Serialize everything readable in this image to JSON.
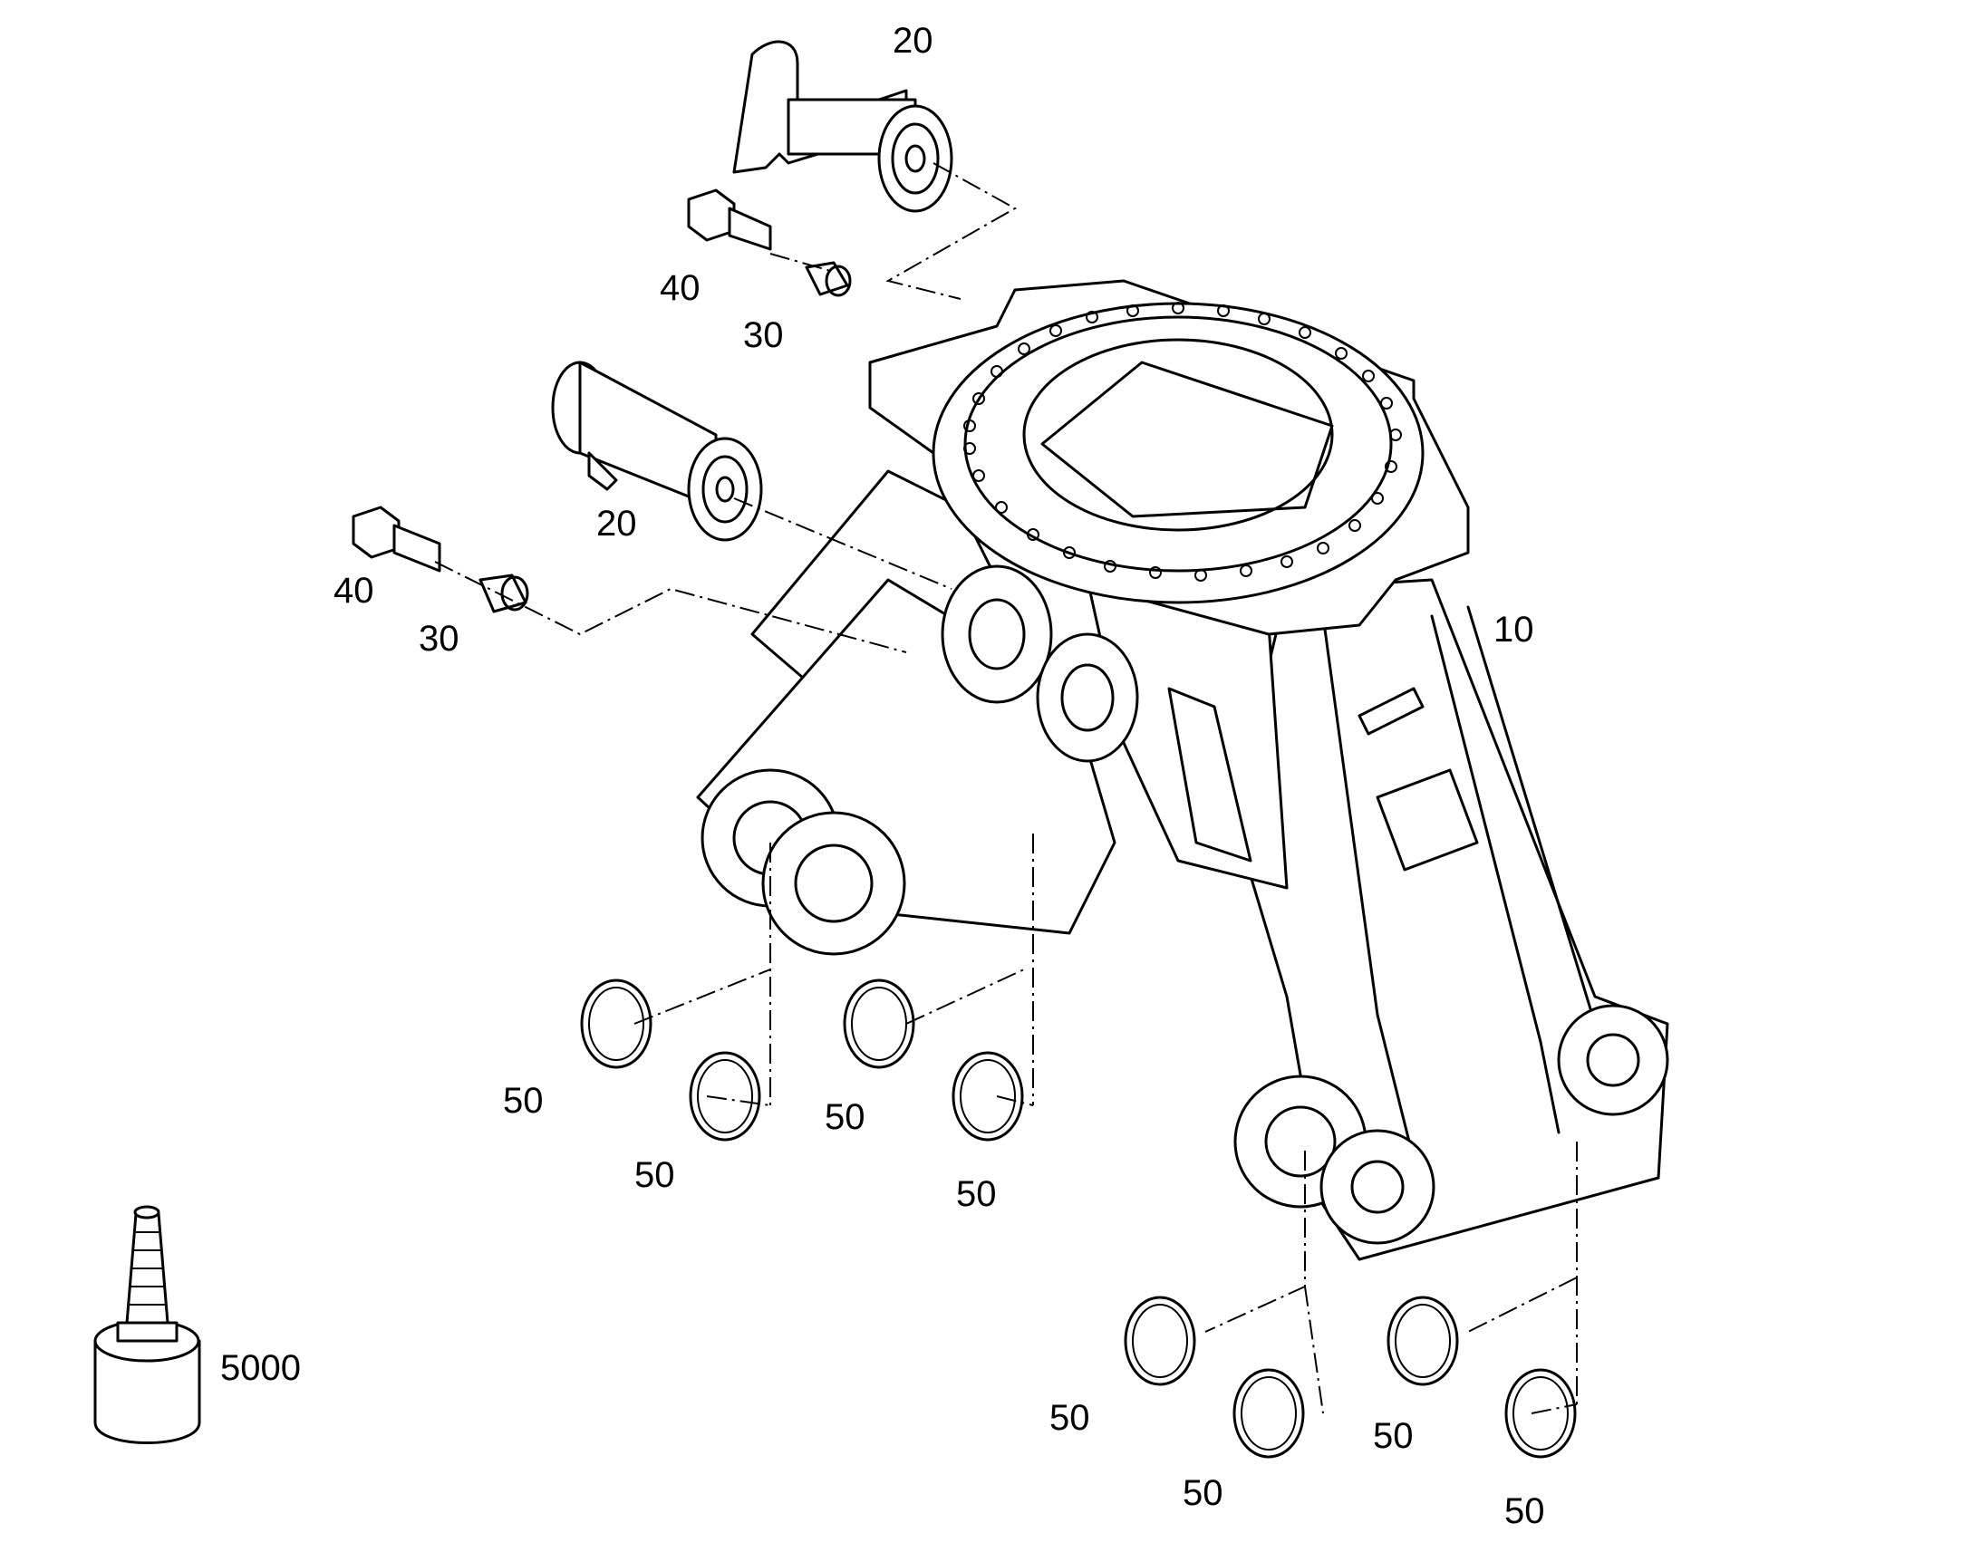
{
  "callouts": {
    "pin_top": "20",
    "bolt_top": "40",
    "spacer_top": "30",
    "pin_mid": "20",
    "bolt_mid": "40",
    "spacer_mid": "30",
    "frame": "10",
    "ring_a": "50",
    "ring_b": "50",
    "ring_c": "50",
    "ring_d": "50",
    "ring_e": "50",
    "ring_f": "50",
    "ring_g": "50",
    "ring_h": "50",
    "adhesive": "5000"
  }
}
